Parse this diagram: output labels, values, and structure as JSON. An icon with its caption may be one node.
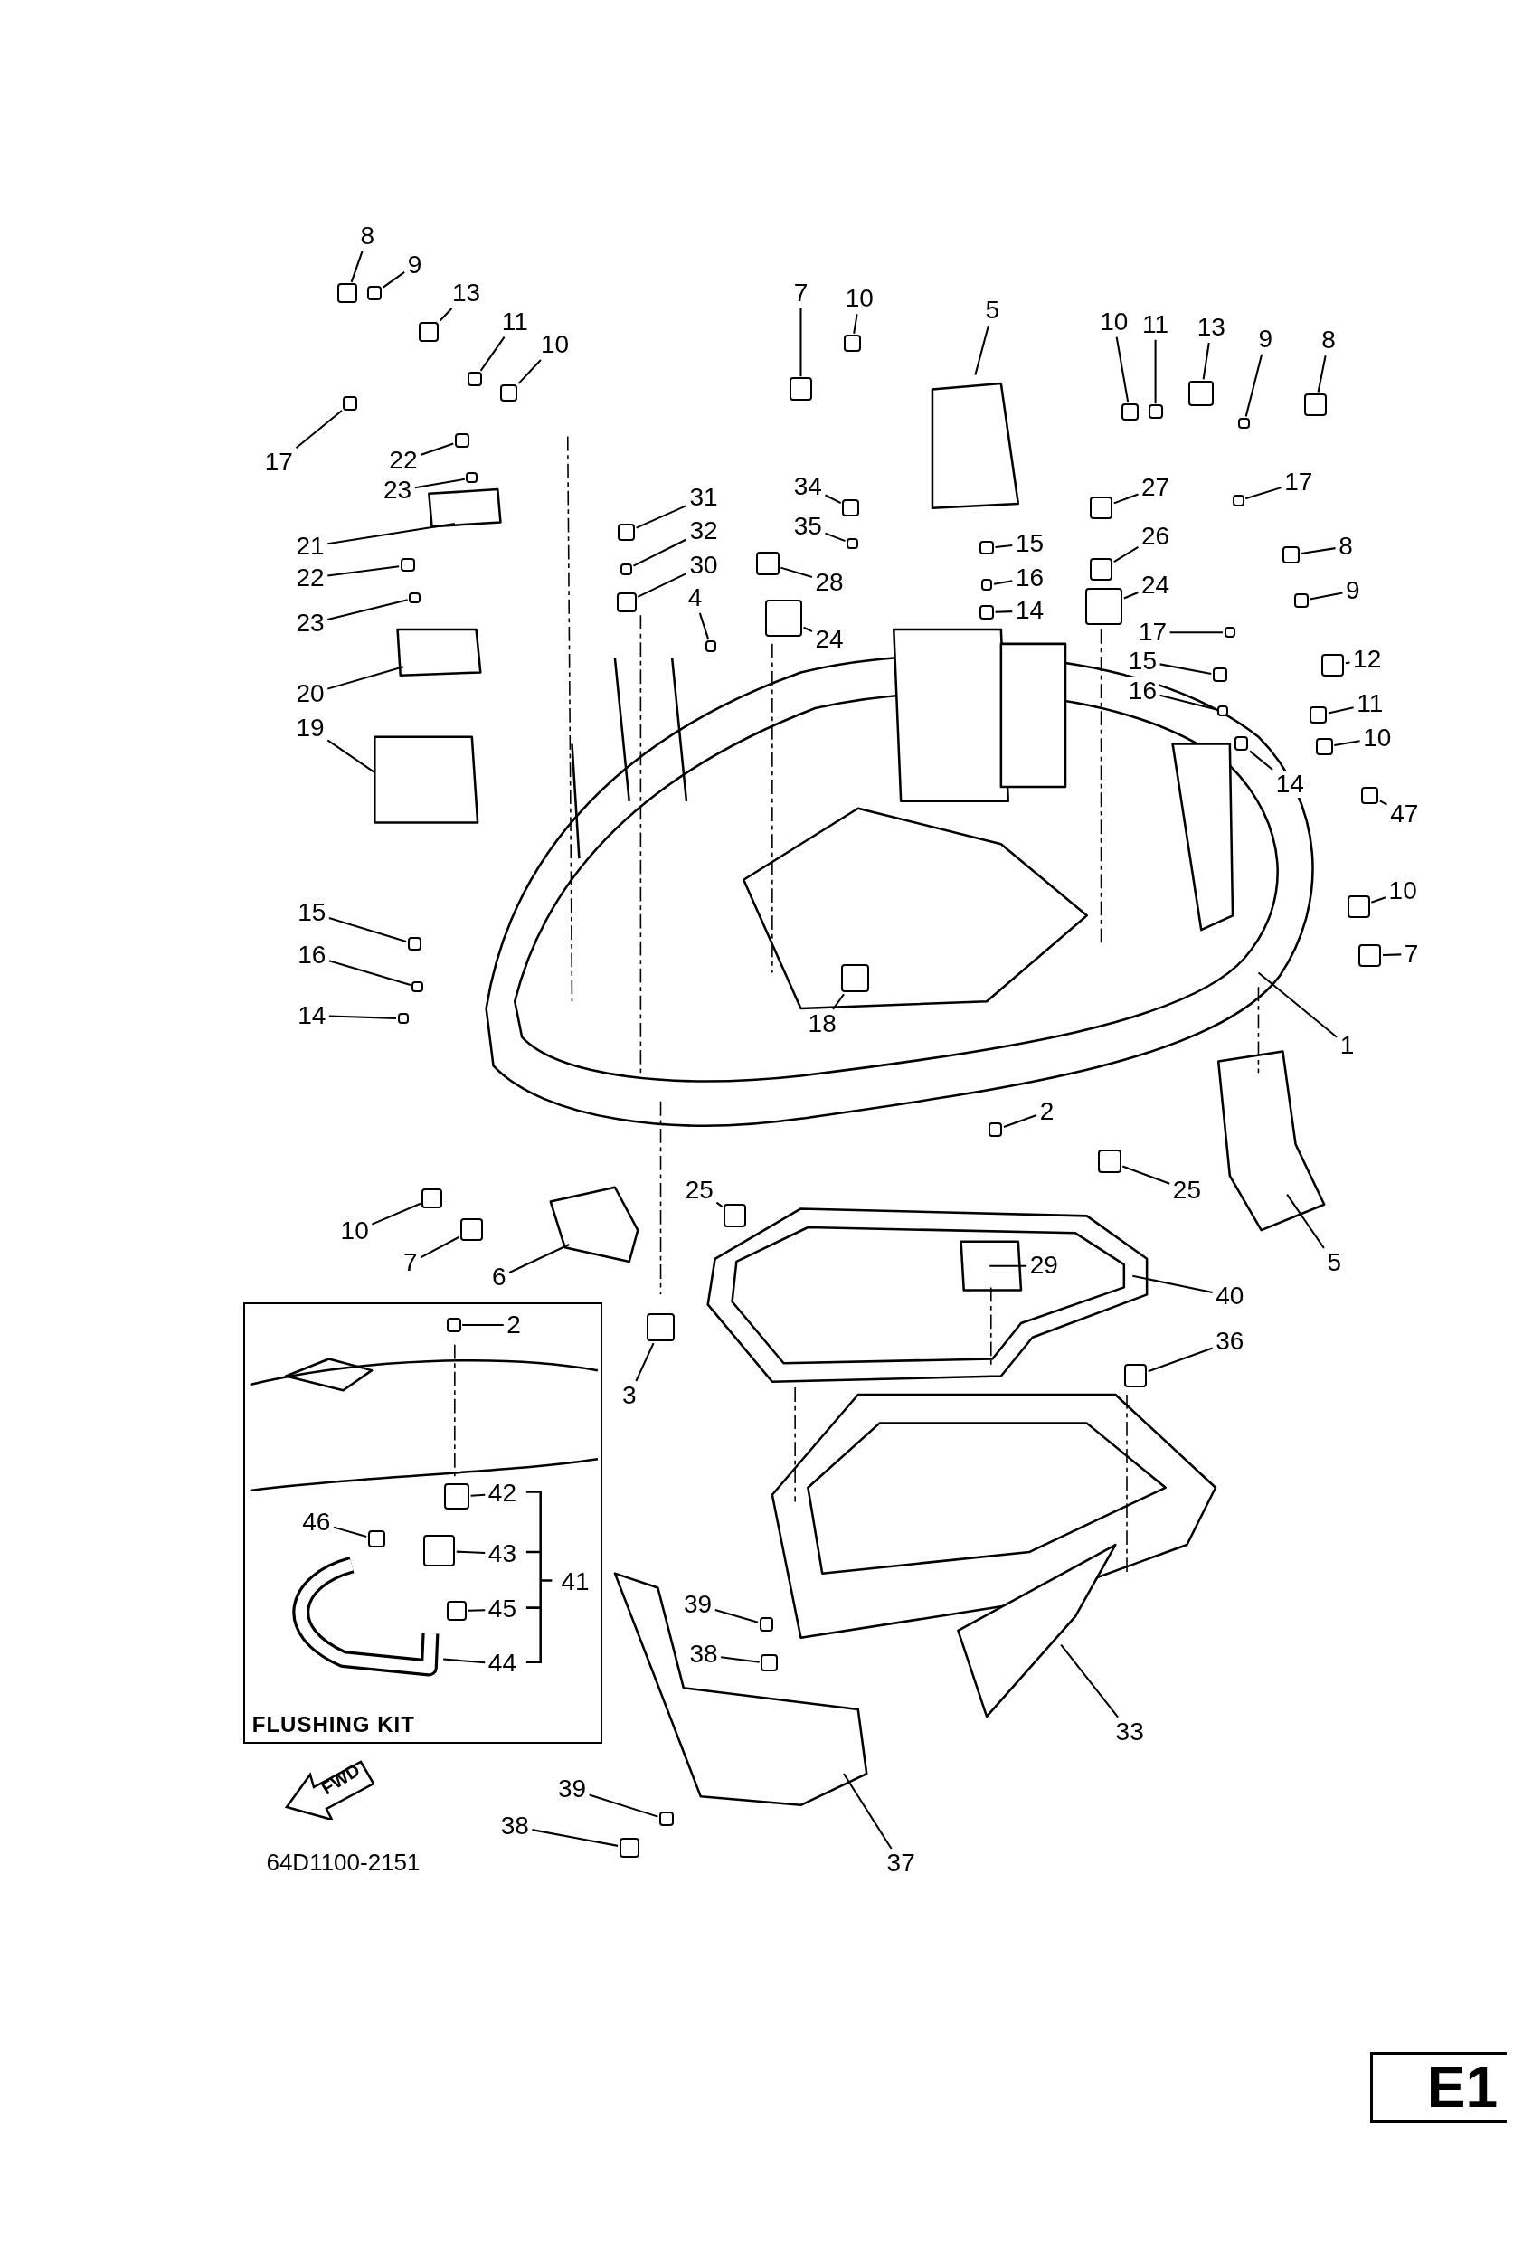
{
  "diagram": {
    "nodes": [
      {
        "text": [
          "8"
        ]
      },
      {
        "text": [
          "9"
        ]
      },
      {
        "text": [
          "13"
        ]
      },
      {
        "text": [
          "11"
        ]
      },
      {
        "text": [
          "10"
        ]
      },
      {
        "text": [
          "17"
        ]
      },
      {
        "text": [
          "22"
        ]
      },
      {
        "text": [
          "23"
        ]
      },
      {
        "text": [
          "21"
        ]
      },
      {
        "text": [
          "22"
        ]
      },
      {
        "text": [
          "23"
        ]
      },
      {
        "text": [
          "20"
        ]
      },
      {
        "text": [
          "19"
        ]
      },
      {
        "text": [
          "15"
        ]
      },
      {
        "text": [
          "16"
        ]
      },
      {
        "text": [
          "14"
        ]
      },
      {
        "text": [
          "7"
        ]
      },
      {
        "text": [
          "10"
        ]
      },
      {
        "text": [
          "5"
        ]
      },
      {
        "text": [
          "34"
        ]
      },
      {
        "text": [
          "35"
        ]
      },
      {
        "text": [
          "31"
        ]
      },
      {
        "text": [
          "32"
        ]
      },
      {
        "text": [
          "30"
        ]
      },
      {
        "text": [
          "4"
        ]
      },
      {
        "text": [
          "28"
        ]
      },
      {
        "text": [
          "24"
        ]
      },
      {
        "text": [
          "27"
        ]
      },
      {
        "text": [
          "26"
        ]
      },
      {
        "text": [
          "24"
        ]
      },
      {
        "text": [
          "15"
        ]
      },
      {
        "text": [
          "16"
        ]
      },
      {
        "text": [
          "14"
        ]
      },
      {
        "text": [
          "10"
        ]
      },
      {
        "text": [
          "11"
        ]
      },
      {
        "text": [
          "13"
        ]
      },
      {
        "text": [
          "9"
        ]
      },
      {
        "text": [
          "8"
        ]
      },
      {
        "text": [
          "17"
        ]
      },
      {
        "text": [
          "8"
        ]
      },
      {
        "text": [
          "9"
        ]
      },
      {
        "text": [
          "17"
        ]
      },
      {
        "text": [
          "15"
        ]
      },
      {
        "text": [
          "16"
        ]
      },
      {
        "text": [
          "12"
        ]
      },
      {
        "text": [
          "11"
        ]
      },
      {
        "text": [
          "10"
        ]
      },
      {
        "text": [
          "14"
        ]
      },
      {
        "text": [
          "47"
        ]
      },
      {
        "text": [
          "10"
        ]
      },
      {
        "text": [
          "7"
        ]
      },
      {
        "text": [
          "1"
        ]
      },
      {
        "text": [
          "18"
        ]
      },
      {
        "text": [
          "2"
        ]
      },
      {
        "text": [
          "25"
        ]
      },
      {
        "text": [
          "25"
        ]
      },
      {
        "text": [
          "5"
        ]
      },
      {
        "text": [
          "10"
        ]
      },
      {
        "text": [
          "7"
        ]
      },
      {
        "text": [
          "6"
        ]
      },
      {
        "text": [
          "29"
        ]
      },
      {
        "text": [
          "40"
        ]
      },
      {
        "text": [
          "36"
        ]
      },
      {
        "text": [
          "3"
        ]
      },
      {
        "text": [
          "39"
        ]
      },
      {
        "text": [
          "38"
        ]
      },
      {
        "text": [
          "33"
        ]
      },
      {
        "text": [
          "39"
        ]
      },
      {
        "text": [
          "38"
        ]
      },
      {
        "text": [
          "37"
        ]
      },
      {
        "text": [
          "FLUSHING KIT"
        ]
      },
      {
        "text": [
          "2"
        ],
        "in": 70
      },
      {
        "text": [
          "42"
        ],
        "in": 70
      },
      {
        "text": [
          "43"
        ],
        "in": 70
      },
      {
        "text": [
          "45"
        ],
        "in": 70
      },
      {
        "text": [
          "44"
        ],
        "in": 70
      },
      {
        "text": [
          "46"
        ],
        "in": 70
      },
      {
        "text": [
          "41"
        ],
        "in": 70
      },
      {
        "text": [
          "FWD"
        ]
      },
      {
        "text": [
          "E1"
        ]
      },
      {
        "text": [],
        "shape": "box"
      },
      {
        "text": [],
        "shape": "box"
      },
      {
        "text": [],
        "shape": "box"
      },
      {
        "text": [],
        "shape": "box"
      },
      {
        "text": [],
        "shape": "box"
      },
      {
        "text": [],
        "shape": "box"
      },
      {
        "text": [],
        "shape": "box"
      },
      {
        "text": [],
        "shape": "box"
      },
      {
        "text": [],
        "shape": "box"
      },
      {
        "text": [],
        "shape": "box"
      },
      {
        "text": [],
        "shape": "box"
      },
      {
        "text": [],
        "shape": "box"
      },
      {
        "text": [],
        "shape": "box"
      },
      {
        "text": [],
        "shape": "box"
      },
      {
        "text": [],
        "shape": "box"
      },
      {
        "text": [],
        "shape": "box"
      },
      {
        "text": [],
        "shape": "box"
      },
      {
        "text": [],
        "shape": "box"
      },
      {
        "text": [],
        "shape": "box"
      },
      {
        "text": [],
        "shape": "box"
      },
      {
        "text": [],
        "shape": "box"
      },
      {
        "text": [],
        "shape": "box"
      },
      {
        "text": [],
        "shape": "box"
      },
      {
        "text": [],
        "shape": "box"
      },
      {
        "text": [],
        "shape": "box"
      },
      {
        "text": [],
        "shape": "box"
      },
      {
        "text": [],
        "shape": "box"
      },
      {
        "text": [],
        "shape": "box"
      },
      {
        "text": [],
        "shape": "box"
      },
      {
        "text": [],
        "shape": "box"
      },
      {
        "text": [],
        "shape": "box"
      },
      {
        "text": [],
        "shape": "box"
      },
      {
        "text": [],
        "shape": "box"
      },
      {
        "text": [],
        "shape": "box"
      },
      {
        "text": [],
        "shape": "box"
      },
      {
        "text": [],
        "shape": "box"
      },
      {
        "text": [],
        "shape": "box"
      },
      {
        "text": [],
        "shape": "box"
      },
      {
        "text": [],
        "shape": "box"
      },
      {
        "text": [],
        "shape": "box"
      },
      {
        "text": [],
        "shape": "box"
      },
      {
        "text": [],
        "shape": "box"
      },
      {
        "text": [],
        "shape": "box"
      },
      {
        "text": [],
        "shape": "box"
      },
      {
        "text": [],
        "shape": "box"
      },
      {
        "text": [],
        "shape": "box"
      },
      {
        "text": [],
        "shape": "box"
      },
      {
        "text": [],
        "shape": "box"
      },
      {
        "text": [],
        "shape": "box"
      },
      {
        "text": [],
        "shape": "box"
      },
      {
        "text": [],
        "shape": "box"
      },
      {
        "text": [],
        "shape": "box"
      },
      {
        "text": [],
        "shape": "box"
      },
      {
        "text": [],
        "shape": "box"
      },
      {
        "text": [],
        "shape": "box"
      },
      {
        "text": [],
        "shape": "box"
      },
      {
        "text": [],
        "shape": "box"
      },
      {
        "text": [],
        "shape": "box"
      },
      {
        "text": [],
        "shape": "box",
        "in": 70
      },
      {
        "text": [],
        "shape": "box",
        "in": 70
      },
      {
        "text": [],
        "shape": "box",
        "in": 70
      },
      {
        "text": [],
        "shape": "box",
        "in": 70
      },
      {
        "text": [],
        "shape": "box",
        "in": 70
      },
      {
        "text": [],
        "shape": "box"
      }
    ],
    "edges": [
      {
        "from": 0,
        "to": 80,
        "arrow": "none"
      },
      {
        "from": 1,
        "to": 81,
        "arrow": "none"
      },
      {
        "from": 2,
        "to": 82,
        "arrow": "none"
      },
      {
        "from": 3,
        "to": 83,
        "arrow": "none"
      },
      {
        "from": 4,
        "to": 84,
        "arrow": "none"
      },
      {
        "from": 5,
        "to": 85,
        "arrow": "none"
      },
      {
        "from": 6,
        "to": 86,
        "arrow": "none"
      },
      {
        "from": 7,
        "to": 87,
        "arrow": "none"
      },
      {
        "from": 8,
        "to": null,
        "arrow": "none"
      },
      {
        "from": 9,
        "to": 88,
        "arrow": "none"
      },
      {
        "from": 10,
        "to": 89,
        "arrow": "none"
      },
      {
        "from": 11,
        "to": null,
        "arrow": "none"
      },
      {
        "from": 12,
        "to": null,
        "arrow": "none"
      },
      {
        "from": 13,
        "to": 90,
        "arrow": "none"
      },
      {
        "from": 14,
        "to": 91,
        "arrow": "none"
      },
      {
        "from": 15,
        "to": 92,
        "arrow": "none"
      },
      {
        "from": 16,
        "to": 93,
        "arrow": "none"
      },
      {
        "from": 17,
        "to": 94,
        "arrow": "none"
      },
      {
        "from": 18,
        "to": null,
        "arrow": "none"
      },
      {
        "from": 19,
        "to": 95,
        "arrow": "none"
      },
      {
        "from": 20,
        "to": 96,
        "arrow": "none"
      },
      {
        "from": 21,
        "to": 97,
        "arrow": "none"
      },
      {
        "from": 22,
        "to": 98,
        "arrow": "none"
      },
      {
        "from": 23,
        "to": 99,
        "arrow": "none"
      },
      {
        "from": 24,
        "to": 100,
        "arrow": "none"
      },
      {
        "from": 25,
        "to": 101,
        "arrow": "none"
      },
      {
        "from": 26,
        "to": 102,
        "arrow": "none"
      },
      {
        "from": 27,
        "to": 103,
        "arrow": "none"
      },
      {
        "from": 28,
        "to": 104,
        "arrow": "none"
      },
      {
        "from": 29,
        "to": 105,
        "arrow": "none"
      },
      {
        "from": 30,
        "to": 106,
        "arrow": "none"
      },
      {
        "from": 31,
        "to": 107,
        "arrow": "none"
      },
      {
        "from": 32,
        "to": 108,
        "arrow": "none"
      },
      {
        "from": 33,
        "to": 109,
        "arrow": "none"
      },
      {
        "from": 34,
        "to": 110,
        "arrow": "none"
      },
      {
        "from": 35,
        "to": 111,
        "arrow": "none"
      },
      {
        "from": 36,
        "to": 112,
        "arrow": "none"
      },
      {
        "from": 37,
        "to": 113,
        "arrow": "none"
      },
      {
        "from": 38,
        "to": 114,
        "arrow": "none"
      },
      {
        "from": 39,
        "to": 115,
        "arrow": "none"
      },
      {
        "from": 40,
        "to": 116,
        "arrow": "none"
      },
      {
        "from": 41,
        "to": 117,
        "arrow": "none"
      },
      {
        "from": 42,
        "to": 118,
        "arrow": "none"
      },
      {
        "from": 43,
        "to": 119,
        "arrow": "none"
      },
      {
        "from": 44,
        "to": 120,
        "arrow": "none"
      },
      {
        "from": 45,
        "to": 121,
        "arrow": "none"
      },
      {
        "from": 46,
        "to": 122,
        "arrow": "none"
      },
      {
        "from": 47,
        "to": 123,
        "arrow": "none"
      },
      {
        "from": 48,
        "to": 124,
        "arrow": "none"
      },
      {
        "from": 49,
        "to": 125,
        "arrow": "none"
      },
      {
        "from": 50,
        "to": 126,
        "arrow": "none"
      },
      {
        "from": 51,
        "to": null,
        "arrow": "none"
      },
      {
        "from": 52,
        "to": 127,
        "arrow": "none"
      },
      {
        "from": 53,
        "to": 128,
        "arrow": "none"
      },
      {
        "from": 54,
        "to": 129,
        "arrow": "none"
      },
      {
        "from": 55,
        "to": 130,
        "arrow": "none"
      },
      {
        "from": 56,
        "to": null,
        "arrow": "none"
      },
      {
        "from": 57,
        "to": 131,
        "arrow": "none"
      },
      {
        "from": 58,
        "to": 132,
        "arrow": "none"
      },
      {
        "from": 59,
        "to": null,
        "arrow": "none"
      },
      {
        "from": 60,
        "to": null,
        "arrow": "none"
      },
      {
        "from": 61,
        "to": null,
        "arrow": "none"
      },
      {
        "from": 62,
        "to": 143,
        "arrow": "none"
      },
      {
        "from": 63,
        "to": 133,
        "arrow": "none"
      },
      {
        "from": 64,
        "to": 134,
        "arrow": "none"
      },
      {
        "from": 65,
        "to": 135,
        "arrow": "none"
      },
      {
        "from": 66,
        "to": null,
        "arrow": "none"
      },
      {
        "from": 67,
        "to": 136,
        "arrow": "none"
      },
      {
        "from": 68,
        "to": 137,
        "arrow": "none"
      },
      {
        "from": 69,
        "to": null,
        "arrow": "none"
      },
      {
        "from": 71,
        "to": 138,
        "arrow": "none"
      },
      {
        "from": 72,
        "to": 139,
        "arrow": "none"
      },
      {
        "from": 73,
        "to": 140,
        "arrow": "none"
      },
      {
        "from": 74,
        "to": 141,
        "arrow": "none"
      },
      {
        "from": 75,
        "to": null,
        "arrow": "none"
      },
      {
        "from": 76,
        "to": 142,
        "arrow": "none"
      }
    ],
    "labels": [
      "64D1100-2151"
    ]
  }
}
